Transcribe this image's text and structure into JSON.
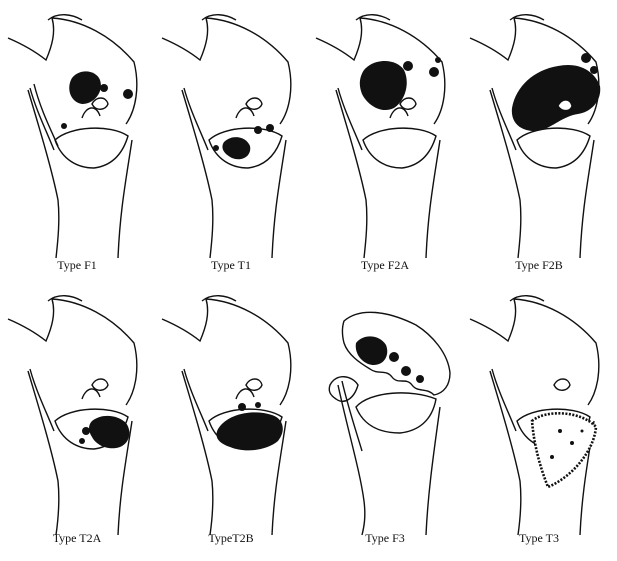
{
  "figure": {
    "panels": [
      {
        "id": "f1",
        "label": "Type F1",
        "lesion_site": "femoral condyle",
        "fill": "solid"
      },
      {
        "id": "t1",
        "label": "Type T1",
        "lesion_site": "tibial plateau",
        "fill": "solid"
      },
      {
        "id": "f2a",
        "label": "Type F2A",
        "lesion_site": "femoral condyle",
        "fill": "solid"
      },
      {
        "id": "f2b",
        "label": "Type F2B",
        "lesion_site": "femoral condyle",
        "fill": "solid"
      },
      {
        "id": "t2a",
        "label": "Type T2A",
        "lesion_site": "tibial plateau",
        "fill": "solid"
      },
      {
        "id": "t2b",
        "label": "TypeT2B",
        "lesion_site": "tibial plateau",
        "fill": "solid"
      },
      {
        "id": "f3",
        "label": "Type F3",
        "lesion_site": "femoral condyle",
        "fill": "collapsed"
      },
      {
        "id": "t3",
        "label": "Type T3",
        "lesion_site": "tibial plateau",
        "fill": "speckled"
      }
    ],
    "colors": {
      "ink": "#111111",
      "background": "#ffffff"
    }
  }
}
